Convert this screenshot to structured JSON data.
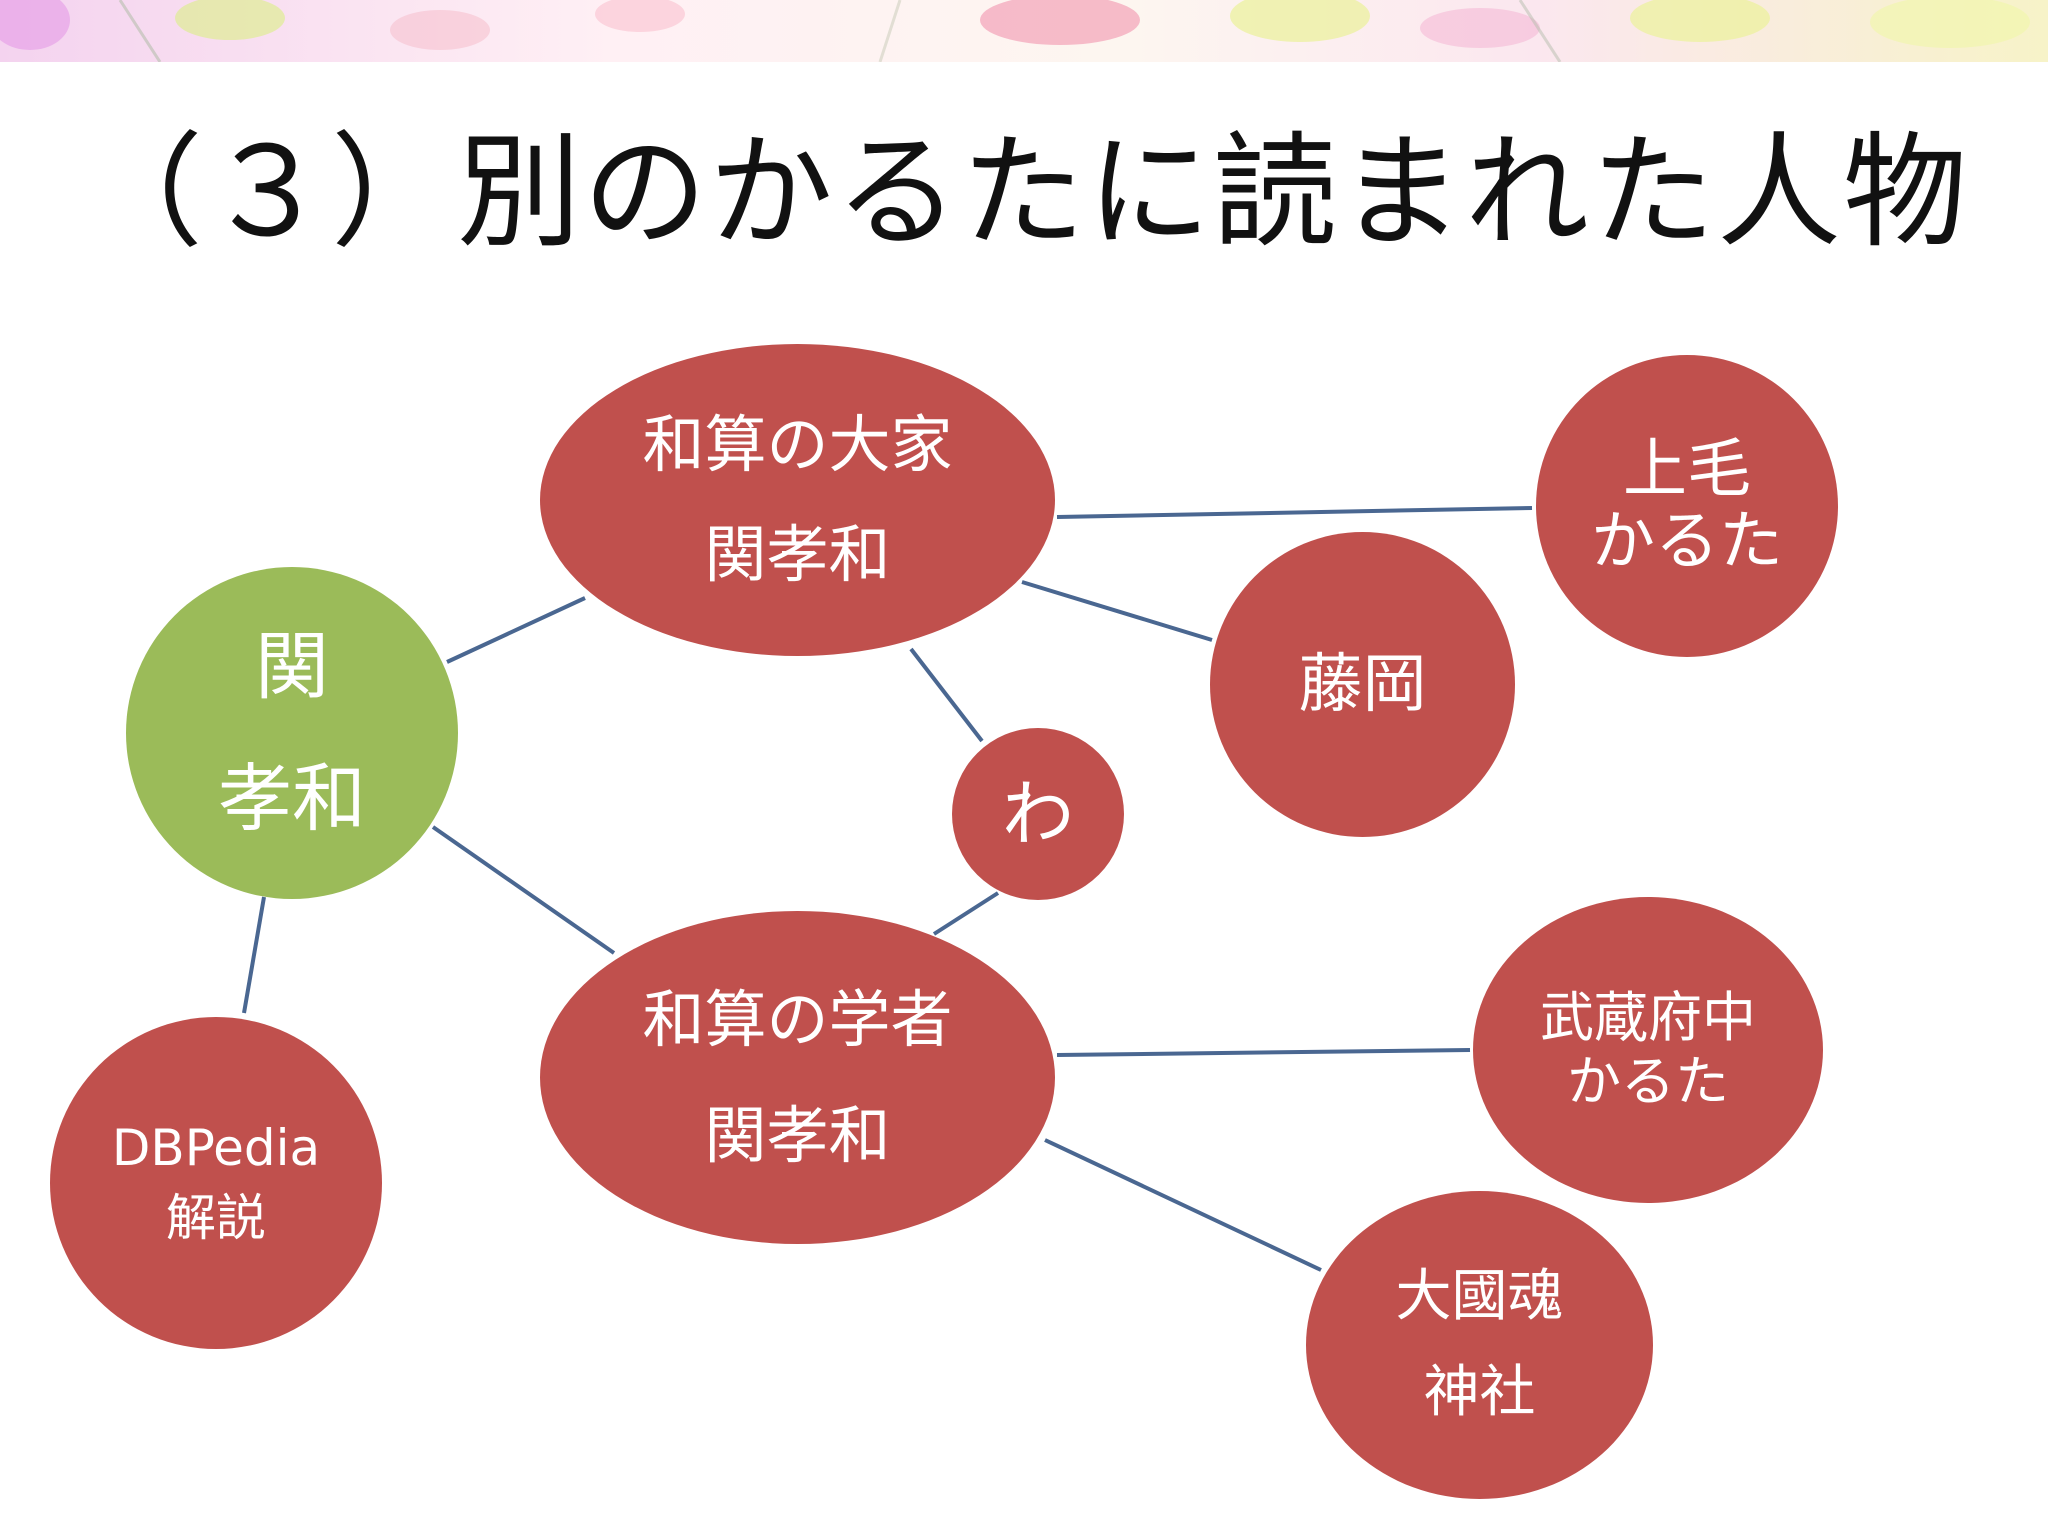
{
  "title": "（３）別のかるたに読まれた人物",
  "colors": {
    "red_node": "#c0504d",
    "green_node": "#9bbb59",
    "edge": "#4a6791"
  },
  "nodes": {
    "seki_center": "関\n\n孝和",
    "wasan_taika": "和算の大家\n関孝和",
    "wasan_gakusha": "和算の学者\n関孝和",
    "wa": "わ",
    "fujioka": "藤岡",
    "joumou_karuta": "上毛\nかるた",
    "musashi_fuchu": "武蔵府中\nかるた",
    "okunitama": "大國魂\n神社",
    "dbpedia": "DBPedia\n解説"
  }
}
